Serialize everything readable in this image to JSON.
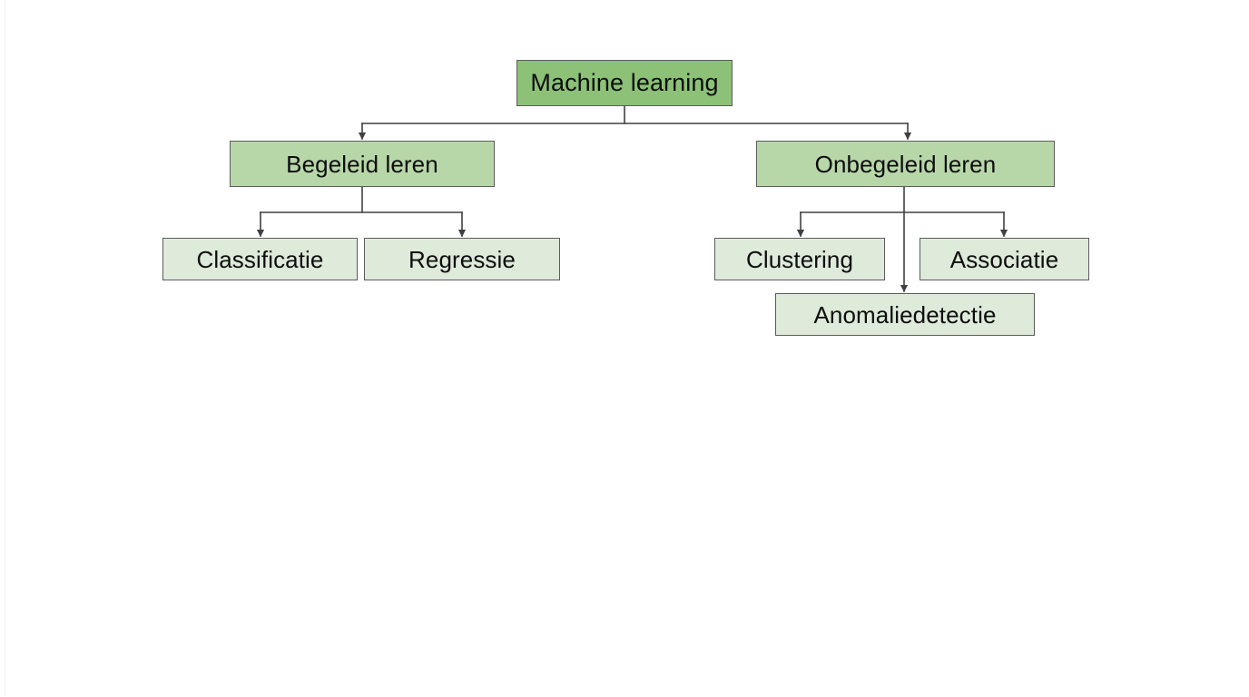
{
  "diagram": {
    "type": "tree",
    "title": "Machine learning",
    "background_color": "#ffffff",
    "connector_color": "#404040",
    "colors": {
      "level_1": "#8cc177",
      "level_2": "#b7d7a8",
      "level_3": "#deeada",
      "border": "#5c5c5c",
      "text": "#0d0d0d"
    },
    "nodes": {
      "root": {
        "label": "Machine learning",
        "level": 1
      },
      "begeleid_leren": {
        "label": "Begeleid leren",
        "level": 2
      },
      "onbegeleid_leren": {
        "label": "Onbegeleid leren",
        "level": 2
      },
      "classificatie": {
        "label": "Classificatie",
        "level": 3
      },
      "regressie": {
        "label": "Regressie",
        "level": 3
      },
      "clustering": {
        "label": "Clustering",
        "level": 3
      },
      "associatie": {
        "label": "Associatie",
        "level": 3
      },
      "anomaliedetectie": {
        "label": "Anomaliedetectie",
        "level": 3
      }
    },
    "edges": [
      {
        "from": "root",
        "to": "begeleid_leren"
      },
      {
        "from": "root",
        "to": "onbegeleid_leren"
      },
      {
        "from": "begeleid_leren",
        "to": "classificatie"
      },
      {
        "from": "begeleid_leren",
        "to": "regressie"
      },
      {
        "from": "onbegeleid_leren",
        "to": "clustering"
      },
      {
        "from": "onbegeleid_leren",
        "to": "associatie"
      },
      {
        "from": "onbegeleid_leren",
        "to": "anomaliedetectie"
      }
    ]
  }
}
